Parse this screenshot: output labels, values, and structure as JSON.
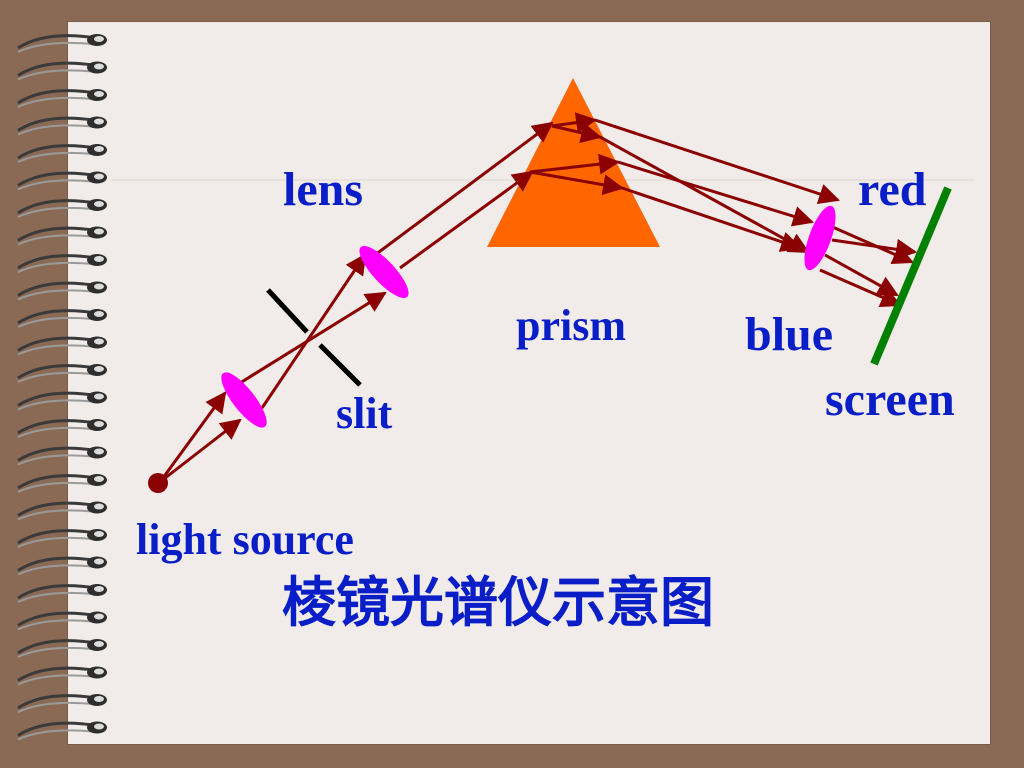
{
  "labels": {
    "lens": "lens",
    "slit": "slit",
    "prism": "prism",
    "red": "red",
    "blue": "blue",
    "screen": "screen",
    "light_source": "light source"
  },
  "caption": "棱镜光谱仪示意图",
  "colors": {
    "background": "#8b6a55",
    "paper": "#f1ece9",
    "label_text": "#0a1ec8",
    "ray": "#8b0000",
    "lens": "#ff00ff",
    "prism": "#ff6600",
    "slit": "#000000",
    "screen": "#008000",
    "source": "#8b0000"
  },
  "icons": {
    "binding": "spiral-binding-icon",
    "source": "light-source-dot-icon"
  }
}
